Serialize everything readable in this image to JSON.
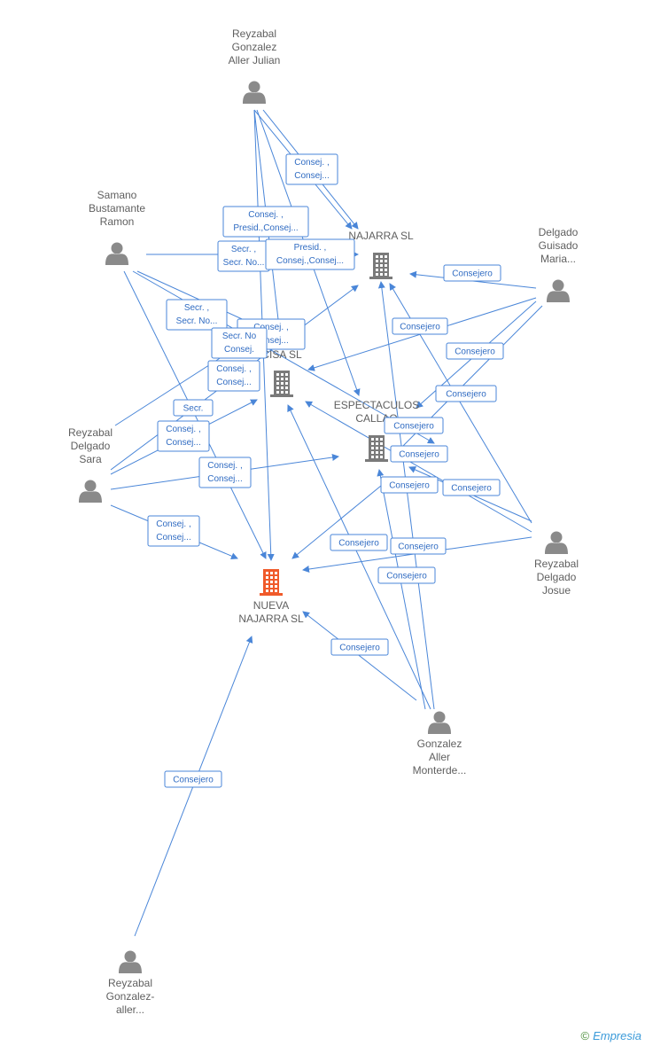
{
  "colors": {
    "edge": "#4a86d8",
    "person": "#8a8a8a",
    "company": "#7a7a7a",
    "focus": "#f05a2a"
  },
  "nodes": [
    {
      "id": "reyzabal_julian",
      "type": "person",
      "lines": [
        "Reyzabal",
        "Gonzalez",
        "Aller Julian"
      ]
    },
    {
      "id": "samano",
      "type": "person",
      "lines": [
        "Samano",
        "Bustamante",
        "Ramon"
      ]
    },
    {
      "id": "delgado_guisado",
      "type": "person",
      "lines": [
        "Delgado",
        "Guisado",
        "Maria..."
      ]
    },
    {
      "id": "sara",
      "type": "person",
      "lines": [
        "Reyzabal",
        "Delgado",
        "Sara"
      ]
    },
    {
      "id": "josue",
      "type": "person",
      "lines": [
        "Reyzabal",
        "Delgado",
        "Josue"
      ]
    },
    {
      "id": "gonzalez_aller",
      "type": "person",
      "lines": [
        "Gonzalez",
        "Aller",
        "Monterde..."
      ]
    },
    {
      "id": "reyzabal_aller",
      "type": "person",
      "lines": [
        "Reyzabal",
        "Gonzalez-",
        "aller..."
      ]
    },
    {
      "id": "najarra",
      "type": "company",
      "lines": [
        "NAJARRA SL"
      ]
    },
    {
      "id": "cisa",
      "type": "company",
      "lines": [
        "CISA SL"
      ]
    },
    {
      "id": "espectaculos",
      "type": "company",
      "lines": [
        "ESPECTACULOS",
        "CALLAO"
      ]
    },
    {
      "id": "nueva_najarra",
      "type": "focus",
      "lines": [
        "NUEVA",
        "NAJARRA SL"
      ]
    }
  ],
  "edges": [
    {
      "id": "e1",
      "lines": [
        "Consej. ,",
        "Consej..."
      ]
    },
    {
      "id": "e2",
      "lines": [
        "Consej. ,",
        "Presid.,Consej..."
      ]
    },
    {
      "id": "e3",
      "lines": [
        "Secr. ,",
        "Secr. No..."
      ]
    },
    {
      "id": "e4",
      "lines": [
        "Presid. ,",
        "Consej.,Consej..."
      ]
    },
    {
      "id": "e5",
      "lines": [
        "Secr. ,",
        "Secr. No..."
      ]
    },
    {
      "id": "e6",
      "lines": [
        "Consej. ,",
        "Consej..."
      ]
    },
    {
      "id": "e7",
      "lines": [
        "Secr. No",
        "Consej."
      ]
    },
    {
      "id": "e8",
      "lines": [
        "Consej. ,",
        "Consej..."
      ]
    },
    {
      "id": "e9",
      "lines": [
        "Secr."
      ]
    },
    {
      "id": "e10",
      "lines": [
        "Consej. ,",
        "Consej..."
      ]
    },
    {
      "id": "e11",
      "lines": [
        "Consej. ,",
        "Consej..."
      ]
    },
    {
      "id": "e12",
      "lines": [
        "Consej. ,",
        "Consej..."
      ]
    },
    {
      "id": "e13",
      "lines": [
        "Consejero"
      ]
    },
    {
      "id": "e14",
      "lines": [
        "Consejero"
      ]
    },
    {
      "id": "e15",
      "lines": [
        "Consejero"
      ]
    },
    {
      "id": "e16",
      "lines": [
        "Consejero"
      ]
    },
    {
      "id": "e17",
      "lines": [
        "Consejero"
      ]
    },
    {
      "id": "e18",
      "lines": [
        "Consejero"
      ]
    },
    {
      "id": "e19",
      "lines": [
        "Consejero"
      ]
    },
    {
      "id": "e20",
      "lines": [
        "Consejero"
      ]
    },
    {
      "id": "e21",
      "lines": [
        "Consejero"
      ]
    },
    {
      "id": "e22",
      "lines": [
        "Consejero"
      ]
    },
    {
      "id": "e23",
      "lines": [
        "Consejero"
      ]
    },
    {
      "id": "e24",
      "lines": [
        "Consejero"
      ]
    },
    {
      "id": "e25",
      "lines": [
        "Consejero"
      ]
    }
  ],
  "footer": {
    "copyright_symbol": "©",
    "brand": "Empresia"
  }
}
